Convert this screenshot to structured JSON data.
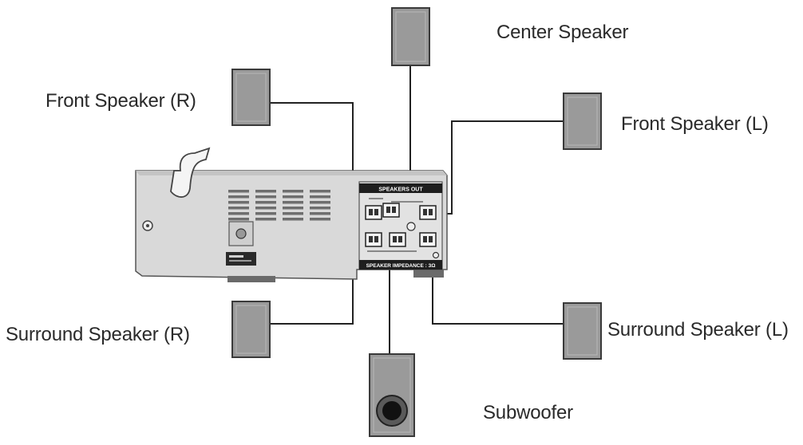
{
  "labels": {
    "center": "Center Speaker",
    "front_r": "Front Speaker (R)",
    "front_l": "Front Speaker (L)",
    "surround_r": "Surround Speaker (R)",
    "surround_l": "Surround Speaker (L)",
    "subwoofer": "Subwoofer"
  },
  "panel": {
    "speaker_out": "SPEAKERS OUT",
    "impedance": "SPEAKER IMPEDANCE : 3Ω"
  },
  "colors": {
    "speaker_fill": "#9a9a9a",
    "speaker_edge": "#3a3a3a",
    "wire": "#222222",
    "unit_fill": "#d9d9d9",
    "panel_dark": "#1e1e1e"
  }
}
